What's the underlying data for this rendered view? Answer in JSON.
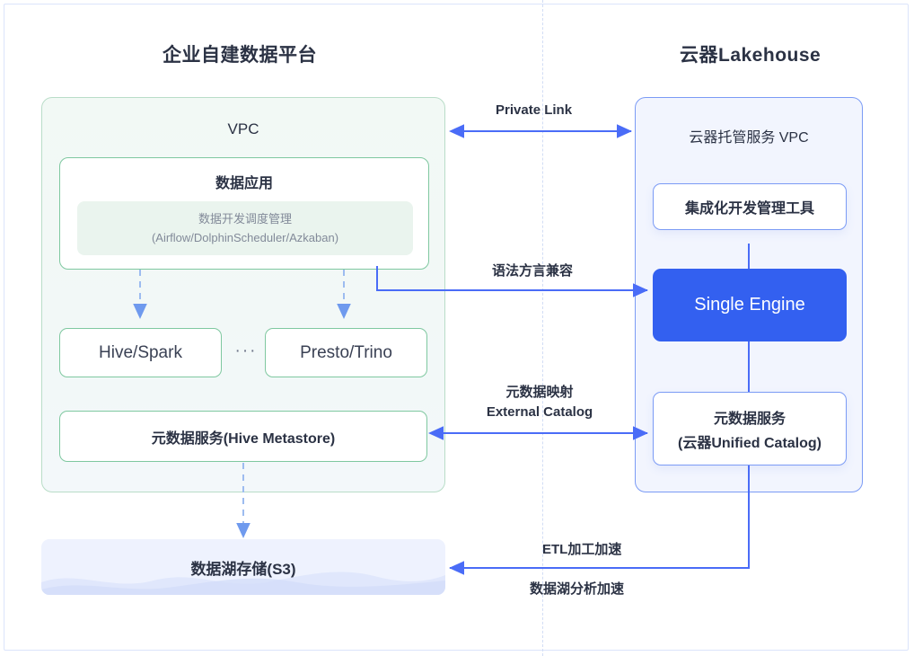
{
  "diagram": {
    "columns": {
      "left_title": "企业自建数据平台",
      "right_title": "云器Lakehouse"
    },
    "left_panel": {
      "label": "VPC",
      "data_app": {
        "title": "数据应用",
        "inner_line1": "数据开发调度管理",
        "inner_line2": "(Airflow/DolphinScheduler/Azkaban)"
      },
      "engines": [
        {
          "label": "Hive/Spark"
        },
        {
          "label": "Presto/Trino"
        }
      ],
      "ellipsis": "···",
      "metastore": "元数据服务(Hive Metastore)"
    },
    "lake_storage": {
      "label": "数据湖存储(S3)"
    },
    "right_panel": {
      "label": "云器托管服务 VPC",
      "dev_tool": "集成化开发管理工具",
      "single_engine": "Single Engine",
      "unified_catalog_line1": "元数据服务",
      "unified_catalog_line2": "(云器Unified Catalog)"
    },
    "connectors": {
      "private_link": "Private Link",
      "syntax_compat": "语法方言兼容",
      "metadata_map_line1": "元数据映射",
      "metadata_map_line2": "External Catalog",
      "etl_accel": "ETL加工加速",
      "lake_analytics_accel": "数据湖分析加速"
    },
    "colors": {
      "accent_blue": "#3360f0",
      "arrow_blue": "#4a6cf7",
      "green_border": "#7fc8a0",
      "panel_green_bg": "#f2f9f5",
      "panel_blue_bg": "#f2f5fe",
      "lake_bg": "#eef2fe",
      "text_dark": "#2b3244",
      "text_muted": "#828a99",
      "divider": "#d2ddf5"
    }
  }
}
